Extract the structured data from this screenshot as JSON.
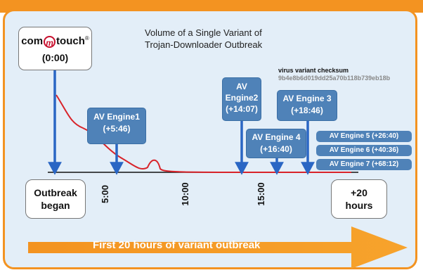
{
  "logo": {
    "text_before": "com",
    "text_m": "m",
    "text_after": "touch",
    "registered": "®"
  },
  "origin_label": "(0:00)",
  "title_line1": "Volume of a Single Variant of",
  "title_line2": "Trojan-Downloader Outbreak",
  "checksum": {
    "label": "virus variant checksum",
    "value": "9b4e8b6d019dd25a70b118b739eb18b"
  },
  "engines": [
    {
      "name": "AV Engine1",
      "time": "(+5:46)"
    },
    {
      "name": "AV",
      "name2": "Engine2",
      "time": "(+14:07)"
    },
    {
      "name": "AV Engine 3",
      "time": "(+18:46)"
    },
    {
      "name": "AV Engine 4",
      "time": "(+16:40)"
    }
  ],
  "pills": [
    "AV Engine 5 (+26:40)",
    "AV Engine 6 (+40:36)",
    "AV Engine 7 (+68:12)"
  ],
  "axis": {
    "start_line1": "Outbreak",
    "start_line2": "began",
    "ticks": [
      "5:00",
      "10:00",
      "15:00"
    ],
    "end_line1": "+20",
    "end_line2": "hours"
  },
  "arrow_text": "First 20 hours of variant outbreak",
  "colors": {
    "orange": "#f39321",
    "panel_bg": "#e3eef8",
    "callout_blue": "#4f82b8",
    "curve_red": "#d8232a",
    "arrow_blue": "#2a66c4"
  }
}
